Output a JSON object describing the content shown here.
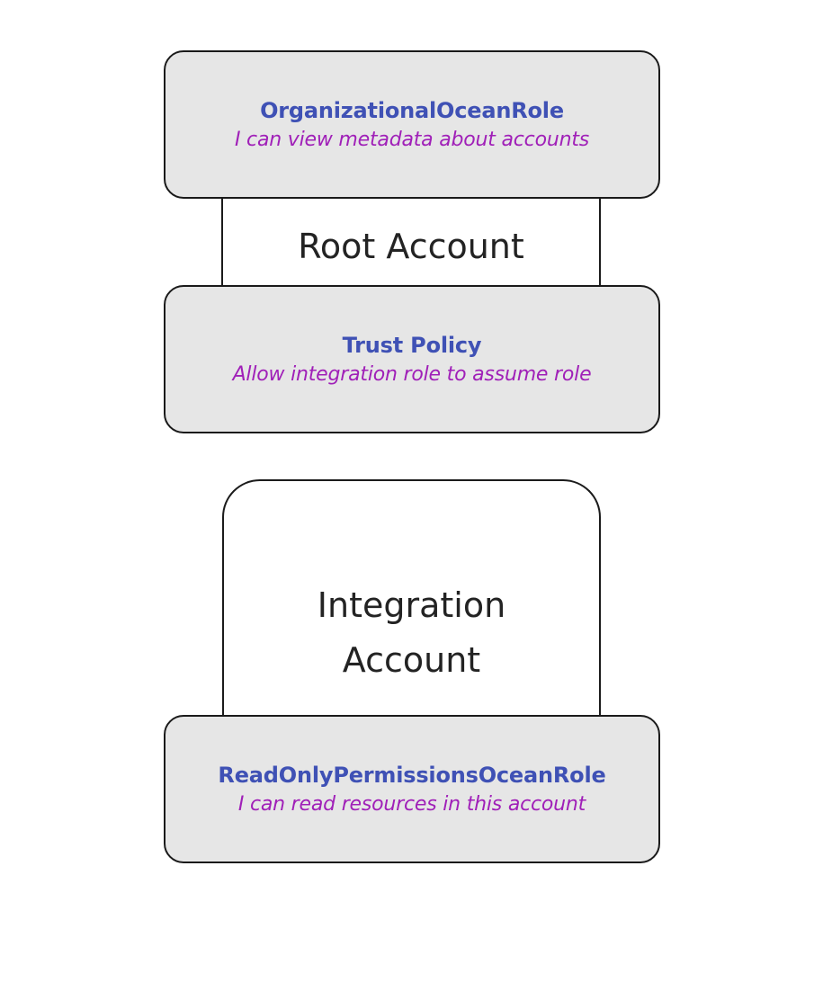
{
  "diagram": {
    "title": "AWS cross-account role trust diagram",
    "background_color": "#ffffff",
    "accounts": [
      {
        "id": "root-account",
        "label": "Root Account",
        "fill": "#ffffff",
        "stroke": "#1b1b1b"
      },
      {
        "id": "integration-account",
        "label": "Integration\nAccount",
        "fill": "#ffffff",
        "stroke": "#1b1b1b"
      }
    ],
    "cards": [
      {
        "id": "organizational-ocean-role",
        "title": "OrganizationalOceanRole",
        "subtitle": "I can view metadata about accounts",
        "fill": "#e6e6e6",
        "stroke": "#1a1a1a",
        "title_color": "#3f51b5",
        "subtitle_color": "#a020b8"
      },
      {
        "id": "trust-policy",
        "title": "Trust Policy",
        "subtitle": "Allow integration role to assume role",
        "fill": "#e6e6e6",
        "stroke": "#1a1a1a",
        "title_color": "#3f51b5",
        "subtitle_color": "#a020b8"
      },
      {
        "id": "readonly-permissions-ocean-role",
        "title": "ReadOnlyPermissionsOceanRole",
        "subtitle": "I can read resources in this account",
        "fill": "#e6e6e6",
        "stroke": "#1a1a1a",
        "title_color": "#3f51b5",
        "subtitle_color": "#a020b8"
      }
    ]
  }
}
